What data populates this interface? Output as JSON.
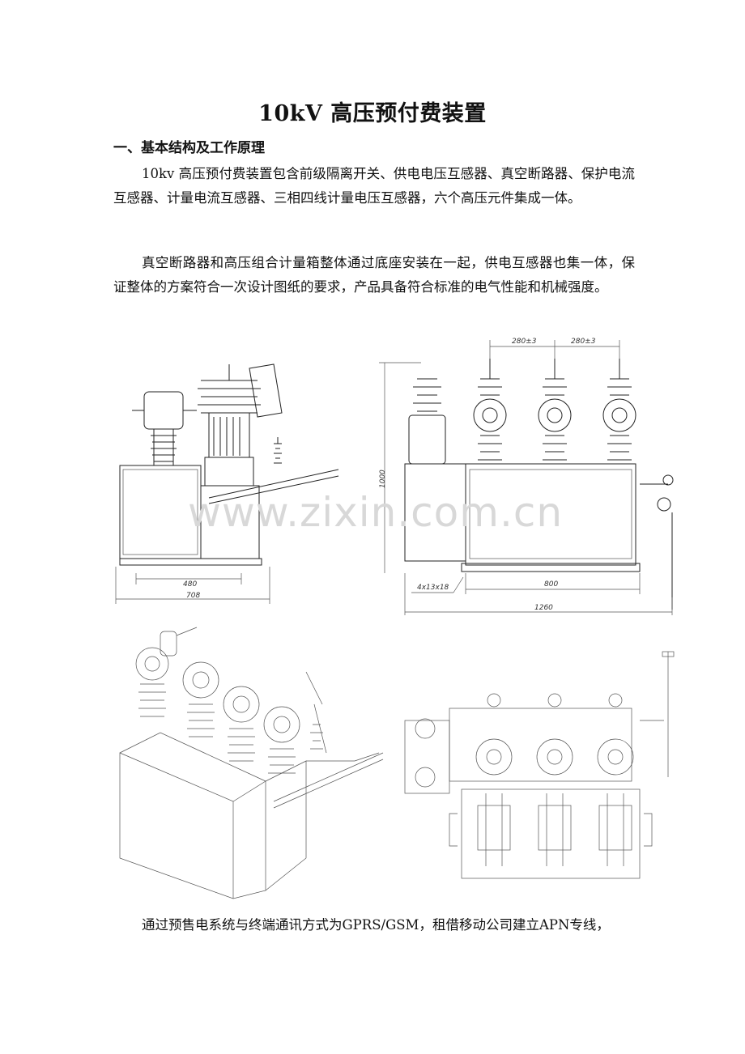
{
  "document": {
    "title": "10kV 高压预付费装置",
    "section_heading": "一、基本结构及工作原理",
    "paragraphs": [
      "10kv 高压预付费装置包含前级隔离开关、供电电压互感器、真空断路器、保护电流互感器、计量电流互感器、三相四线计量电压互感器，六个高压元件集成一体。",
      "真空断路器和高压组合计量箱整体通过底座安装在一起，供电互感器也集一体，保证整体的方案符合一次设计图纸的要求，产品具备符合标准的电气性能和机械强度。",
      "通过预售电系统与终端通讯方式为GPRS/GSM，租借移动公司建立APN专线，"
    ]
  },
  "watermark": "www.zixin.com.cn",
  "figures": {
    "side_view": {
      "dims": [
        "480",
        "708"
      ]
    },
    "front_view": {
      "dims": [
        "280±3",
        "280±3",
        "1000",
        "4x13x18",
        "800",
        "1260"
      ]
    },
    "iso_view": {},
    "top_view": {}
  }
}
